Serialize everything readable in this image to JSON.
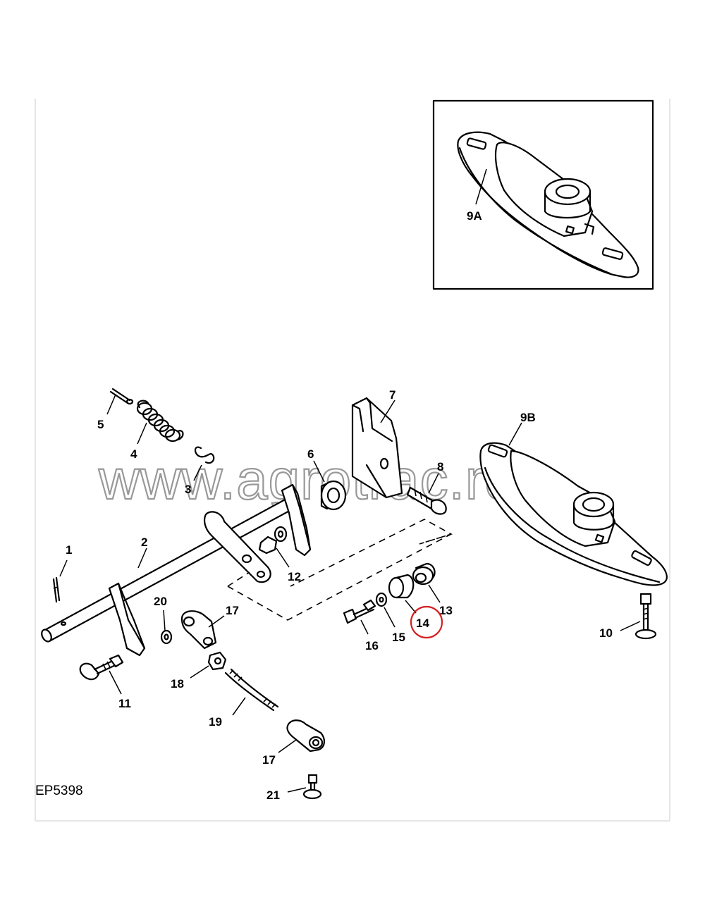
{
  "figure_id": "EP5398",
  "watermark": "www.agrotrac.ro",
  "highlight_color": "#d42020",
  "callouts": {
    "c1": "1",
    "c2": "2",
    "c3": "3",
    "c4": "4",
    "c5": "5",
    "c6": "6",
    "c7": "7",
    "c8": "8",
    "c9a": "9A",
    "c9b": "9B",
    "c10": "10",
    "c11": "11",
    "c12": "12",
    "c13": "13",
    "c14": "14",
    "c15": "15",
    "c16": "16",
    "c17a": "17",
    "c17b": "17",
    "c18": "18",
    "c19": "19",
    "c20": "20",
    "c21": "21"
  }
}
